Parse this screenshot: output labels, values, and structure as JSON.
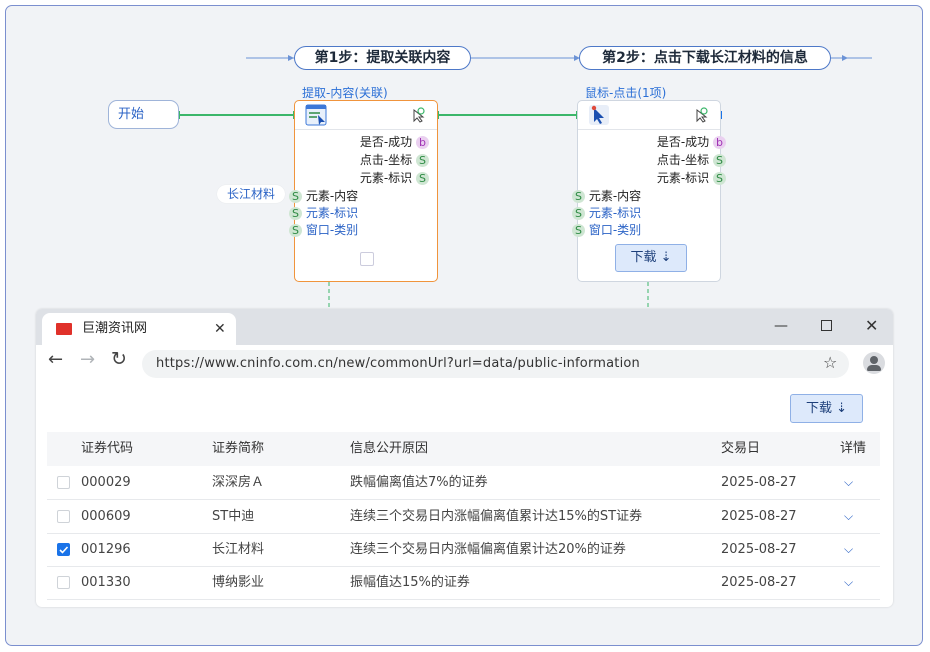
{
  "steps": {
    "step1": "第1步：提取关联内容",
    "step2": "第2步：点击下载长江材料的信息"
  },
  "start": {
    "label": "开始"
  },
  "node1": {
    "title": "提取-内容(关联)",
    "outputs": [
      {
        "label": "是否-成功",
        "badge": "b"
      },
      {
        "label": "点击-坐标",
        "badge": "S"
      },
      {
        "label": "元素-标识",
        "badge": "S"
      }
    ],
    "inputs": [
      {
        "label": "元素-内容",
        "badge": "S"
      },
      {
        "label": "元素-标识",
        "badge": "S"
      },
      {
        "label": "窗口-类别",
        "badge": "S"
      }
    ],
    "input_value": "长江材料"
  },
  "node2": {
    "title": "鼠标-点击(1项)",
    "outputs": [
      {
        "label": "是否-成功",
        "badge": "b"
      },
      {
        "label": "点击-坐标",
        "badge": "S"
      },
      {
        "label": "元素-标识",
        "badge": "S"
      }
    ],
    "inputs": [
      {
        "label": "元素-内容",
        "badge": "S"
      },
      {
        "label": "元素-标识",
        "badge": "S"
      },
      {
        "label": "窗口-类别",
        "badge": "S"
      }
    ],
    "button": "下载 ⇣"
  },
  "browser": {
    "tab_title": "巨潮资讯网",
    "url": "https://www.cninfo.com.cn/new/commonUrl?url=data/public-information",
    "download_button": "下载 ⇣",
    "table": {
      "headers": [
        "证券代码",
        "证券简称",
        "信息公开原因",
        "交易日",
        "详情"
      ],
      "rows": [
        {
          "checked": false,
          "code": "000029",
          "name": "深深房Ａ",
          "reason": "跌幅偏离值达7%的证券",
          "date": "2025-08-27"
        },
        {
          "checked": false,
          "code": "000609",
          "name": "ST中迪",
          "reason": "连续三个交易日内涨幅偏离值累计达15%的ST证券",
          "date": "2025-08-27"
        },
        {
          "checked": true,
          "code": "001296",
          "name": "长江材料",
          "reason": "连续三个交易日内涨幅偏离值累计达20%的证券",
          "date": "2025-08-27"
        },
        {
          "checked": false,
          "code": "001330",
          "name": "博纳影业",
          "reason": "振幅值达15%的证券",
          "date": "2025-08-27"
        }
      ]
    }
  },
  "colors": {
    "accent": "#2b63c6",
    "node_active_border": "#f0943c",
    "connector": "#3cb66a"
  }
}
